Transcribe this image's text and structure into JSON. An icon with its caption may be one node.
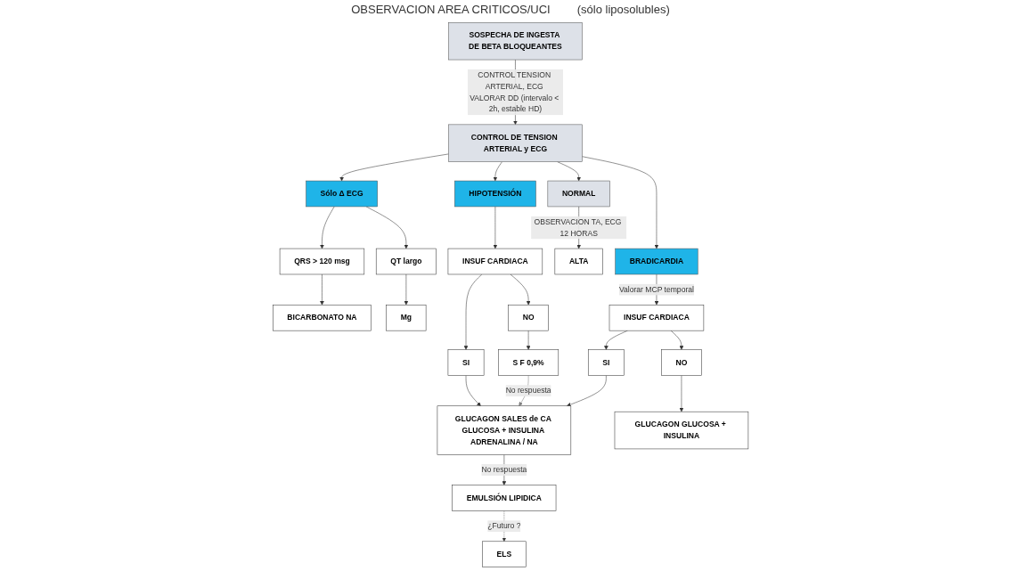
{
  "diagram": {
    "nodes": [
      {
        "text": [
          "SOSPECHA DE INGESTA DE BETA BLOQUEANTES"
        ]
      },
      {
        "text": [
          "CONTROL DE TENSION ARTERIAL y ECG"
        ]
      },
      {
        "text": [
          "NORMAL"
        ]
      },
      {
        "text": [
          "Sólo Δ ECG"
        ]
      },
      {
        "text": [
          "HIPOTENSIÓN"
        ]
      },
      {
        "text": [
          "BRADICARDIA"
        ]
      },
      {
        "text": [
          "QRS > 120 msg"
        ]
      },
      {
        "text": [
          "QT largo"
        ]
      },
      {
        "text": [
          "BICARBONATO NA"
        ]
      },
      {
        "text": [
          "Mg"
        ]
      },
      {
        "text": [
          "ALTA"
        ]
      },
      {
        "text": [
          "INSUF CARDIACA"
        ]
      },
      {
        "text": [
          "NO"
        ]
      },
      {
        "text": [
          "SI"
        ]
      },
      {
        "text": [
          "S F 0,9%"
        ]
      },
      {
        "text": [
          "GLUCAGON SALES de CA GLUCOSA + INSULINA ADRENALINA / NA"
        ]
      },
      {
        "text": [
          "INSUF CARDIACA"
        ]
      },
      {
        "text": [
          "SI"
        ]
      },
      {
        "text": [
          "NO"
        ]
      },
      {
        "text": [
          "GLUCAGON GLUCOSA + INSULINA"
        ]
      },
      {
        "text": [
          "EMULSIÓN LIPIDICA"
        ]
      },
      {
        "text": [
          "ELS"
        ]
      }
    ],
    "edges": [
      {
        "from": 0,
        "to": 1,
        "arrow": "to",
        "label": "CONTROL TENSION ARTERIAL, ECG VALORAR DD (intervalo < 2h, estable HD)"
      },
      {
        "from": 1,
        "to": 2,
        "arrow": "to"
      },
      {
        "from": 1,
        "to": 3,
        "arrow": "to"
      },
      {
        "from": 1,
        "to": 4,
        "arrow": "to"
      },
      {
        "from": 1,
        "to": 5,
        "arrow": "to"
      },
      {
        "from": 2,
        "to": 10,
        "arrow": "to",
        "label": "OBSERVACION TA, ECG 12 HORAS"
      },
      {
        "from": 3,
        "to": 6,
        "arrow": "to"
      },
      {
        "from": 3,
        "to": 7,
        "arrow": "to"
      },
      {
        "from": 6,
        "to": 8,
        "arrow": "to"
      },
      {
        "from": 7,
        "to": 9,
        "arrow": "to"
      },
      {
        "from": 4,
        "to": 11,
        "arrow": "to"
      },
      {
        "from": 5,
        "to": 16,
        "arrow": "to",
        "label": "Valorar MCP temporal"
      },
      {
        "from": 11,
        "to": 12,
        "arrow": "to"
      },
      {
        "from": 11,
        "to": 13,
        "arrow": "to"
      },
      {
        "from": 12,
        "to": 14,
        "arrow": "to"
      },
      {
        "from": 13,
        "to": 15,
        "arrow": "to"
      },
      {
        "from": 14,
        "to": 15,
        "arrow": "to",
        "label": "No respuesta",
        "color": "#808080"
      },
      {
        "from": 16,
        "to": 17,
        "arrow": "to"
      },
      {
        "from": 16,
        "to": 18,
        "arrow": "to"
      },
      {
        "from": 17,
        "to": 15,
        "arrow": "to"
      },
      {
        "from": 18,
        "to": 19,
        "arrow": "to"
      },
      {
        "from": 15,
        "to": 20,
        "arrow": "to",
        "label": "No respuesta"
      },
      {
        "from": 20,
        "to": 21,
        "arrow": "to",
        "label": "¿Futuro ?",
        "style": "dashed"
      }
    ],
    "labels": [
      "OBSERVACION AREA CRITICOS/UCI",
      "(sólo liposolubles)"
    ]
  }
}
